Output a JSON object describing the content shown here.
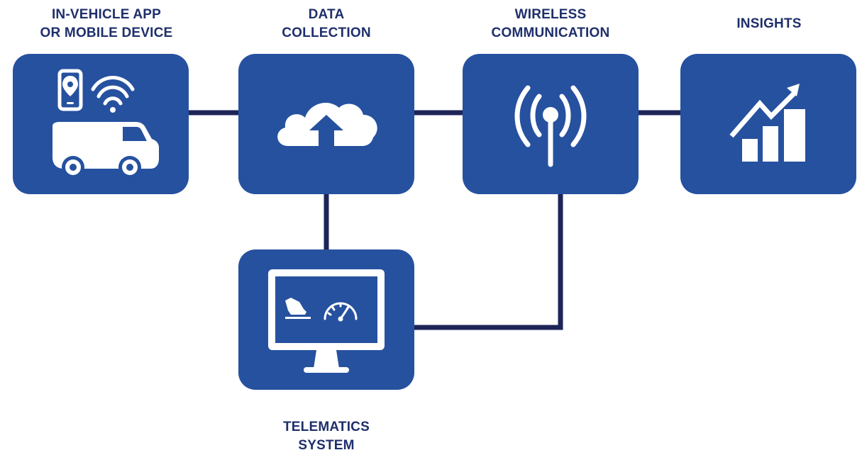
{
  "diagram": {
    "nodes": [
      {
        "id": "in-vehicle-app",
        "label": "IN-VEHICLE APP\nOR MOBILE DEVICE",
        "icons": [
          "smartphone-location-icon",
          "wifi-icon",
          "van-icon"
        ]
      },
      {
        "id": "data-collection",
        "label": "DATA\nCOLLECTION",
        "icons": [
          "cloud-upload-icon"
        ]
      },
      {
        "id": "wireless-communication",
        "label": "WIRELESS\nCOMMUNICATION",
        "icons": [
          "antenna-signal-icon"
        ]
      },
      {
        "id": "insights",
        "label": "INSIGHTS",
        "icons": [
          "growth-chart-icon"
        ]
      },
      {
        "id": "telematics-system",
        "label": "TELEMATICS\nSYSTEM",
        "icons": [
          "monitor-icon",
          "pedal-icon",
          "speedometer-icon"
        ]
      }
    ],
    "connections": [
      [
        "in-vehicle-app",
        "data-collection"
      ],
      [
        "data-collection",
        "wireless-communication"
      ],
      [
        "wireless-communication",
        "insights"
      ],
      [
        "data-collection",
        "telematics-system"
      ],
      [
        "telematics-system",
        "wireless-communication"
      ]
    ],
    "colors": {
      "tile": "#26519f",
      "connector": "#1d2457",
      "label": "#1f2f6b",
      "icon": "#ffffff"
    }
  }
}
